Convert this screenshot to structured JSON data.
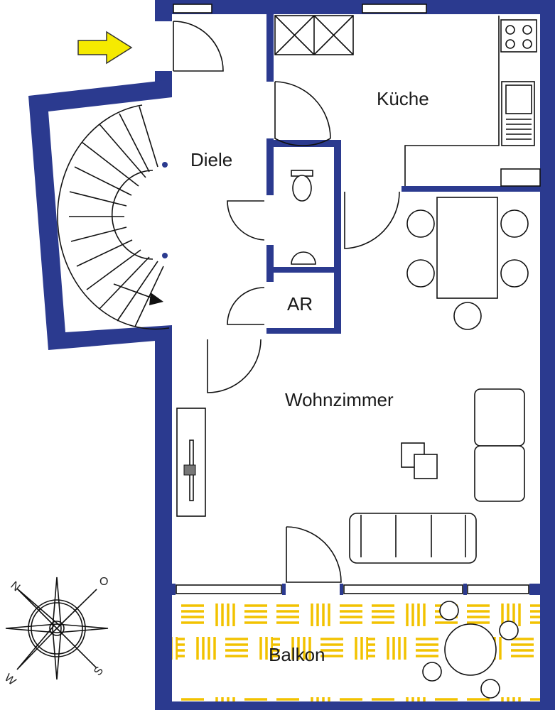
{
  "rooms": {
    "diele": "Diele",
    "kueche": "Küche",
    "ar": "AR",
    "wohnzimmer": "Wohnzimmer",
    "balkon": "Balkon"
  },
  "compass": {
    "n": "N",
    "o": "O",
    "s": "S",
    "w": "W"
  },
  "colors": {
    "wall": "#2b3a8f",
    "balcony_pattern": "#f2c200",
    "entry_arrow": "#f5ea00"
  },
  "icons": {
    "entry": "arrow-right-icon",
    "compass": "compass-rose-icon",
    "stairs_direction": "arrow-icon"
  }
}
